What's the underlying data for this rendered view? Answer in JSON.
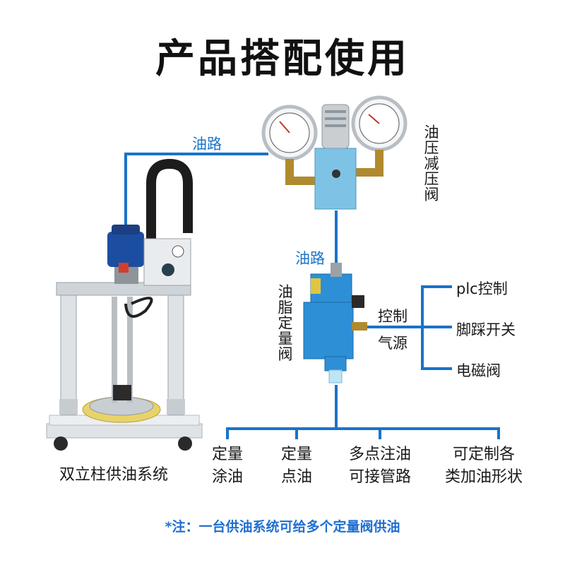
{
  "title": "产品搭配使用",
  "labels": {
    "oil_path_1": "油路",
    "oil_path_2": "油路",
    "pressure_valve": "油压减压阀",
    "grease_valve": "油脂定量阀",
    "control": "控制",
    "air_source": "气源",
    "system": "双立柱供油系统"
  },
  "control_options": [
    "plc控制",
    "脚踩开关",
    "电磁阀"
  ],
  "applications": [
    {
      "line1": "定量",
      "line2": "涂油"
    },
    {
      "line1": "定量",
      "line2": "点油"
    },
    {
      "line1": "多点注油",
      "line2": "可接管路"
    },
    {
      "line1": "可定制各",
      "line2": "类加油形状"
    }
  ],
  "note": "*注：一台供油系统可给多个定量阀供油",
  "colors": {
    "line_blue": "#1a73c9",
    "valve_blue": "#2d8fd6",
    "note_blue": "#1f6fd1"
  }
}
